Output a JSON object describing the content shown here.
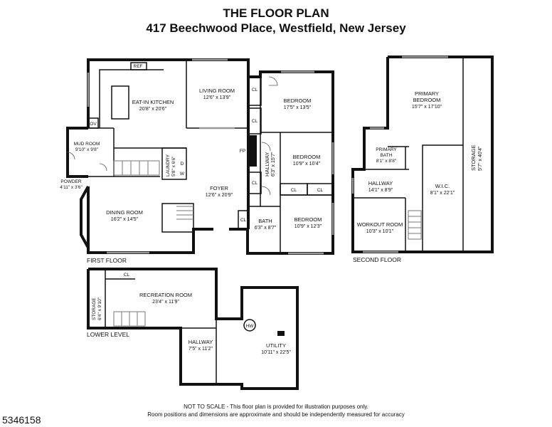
{
  "header": {
    "title": "THE FLOOR PLAN",
    "address": "417 Beechwood Place, Westfield, New Jersey"
  },
  "floors": {
    "first": "FIRST FLOOR",
    "second": "SECOND FLOOR",
    "lower": "LOWER LEVEL"
  },
  "rooms": {
    "eat_in_kitchen": {
      "name": "EAT-IN KITCHEN",
      "dims": "20'8\" x 20'6\""
    },
    "living_room": {
      "name": "LIVING ROOM",
      "dims": "12'6\" x 13'9\""
    },
    "bedroom_1": {
      "name": "BEDROOM",
      "dims": "17'5\" x 13'5\""
    },
    "mud_room": {
      "name": "MUD ROOM",
      "dims": "9'10\" x 9'8\""
    },
    "powder": {
      "name": "POWDER",
      "dims": "4'11\" x 3'6\""
    },
    "laundry": {
      "name": "LAUNDRY",
      "dims": "5'8\" x 6'6\""
    },
    "hallway_1": {
      "name": "HALLWAY",
      "dims": "6'3\" x 15'7\""
    },
    "bedroom_2": {
      "name": "BEDROOM",
      "dims": "10'9\" x 10'4\""
    },
    "foyer": {
      "name": "FOYER",
      "dims": "12'6\" x 20'9\""
    },
    "dining_room": {
      "name": "DINING ROOM",
      "dims": "16'2\" x 14'5\""
    },
    "bath": {
      "name": "BATH",
      "dims": "6'3\" x 8'7\""
    },
    "bedroom_3": {
      "name": "BEDROOM",
      "dims": "10'9\" x 12'3\""
    },
    "primary_bedroom": {
      "name1": "PRIMARY",
      "name2": "BEDROOM",
      "dims": "15'7\" x 17'10\""
    },
    "primary_bath": {
      "name1": "PRIMARY",
      "name2": "BATH",
      "dims": "8'1\" x 8'8\""
    },
    "storage_2": {
      "name": "STORAGE",
      "dims": "5'7\" x 40'4\""
    },
    "hallway_2": {
      "name": "HALLWAY",
      "dims": "14'1\" x 8'9\""
    },
    "wic": {
      "name": "W.I.C.",
      "dims": "8'1\" x 22'1\""
    },
    "workout_room": {
      "name": "WORKOUT ROOM",
      "dims": "10'3\" x 10'1\""
    },
    "recreation_room": {
      "name": "RECREATION ROOM",
      "dims": "23'4\" x 11'9\""
    },
    "storage_lower": {
      "name": "STORAGE",
      "dims": "6'4\" x 9'10\""
    },
    "hallway_lower": {
      "name": "HALLWAY",
      "dims": "7'5\" x 11'2\""
    },
    "utility": {
      "name": "UTILITY",
      "dims": "10'11\" x 22'5\""
    }
  },
  "small_labels": {
    "ref": "REF",
    "ov": "OV",
    "cl": "CL",
    "fp": "FP",
    "d": "D",
    "w": "W",
    "hw": "HW"
  },
  "notes": {
    "line1": "NOT TO SCALE - This floor plan is provided for illustration purposes only.",
    "line2": "Room positions and dimensions are approximate and should be independently measured for accuracy"
  },
  "listing_id": "5346158"
}
